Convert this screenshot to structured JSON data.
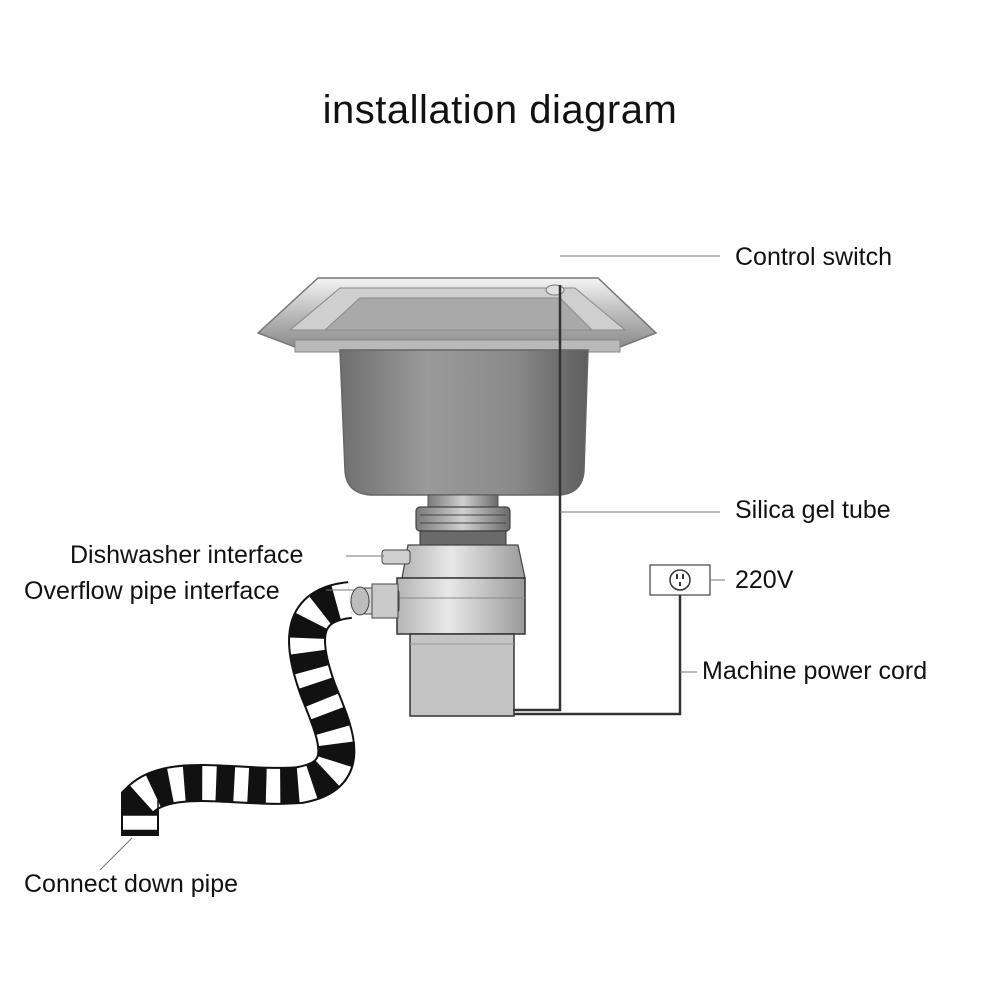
{
  "title": "installation diagram",
  "labels": {
    "control_switch": "Control switch",
    "silica_gel_tube": "Silica gel tube",
    "voltage": "220V",
    "machine_power_cord": "Machine power cord",
    "dishwasher_interface": "Dishwasher interface",
    "overflow_pipe_interface": "Overflow pipe interface",
    "connect_down_pipe": "Connect down pipe"
  }
}
